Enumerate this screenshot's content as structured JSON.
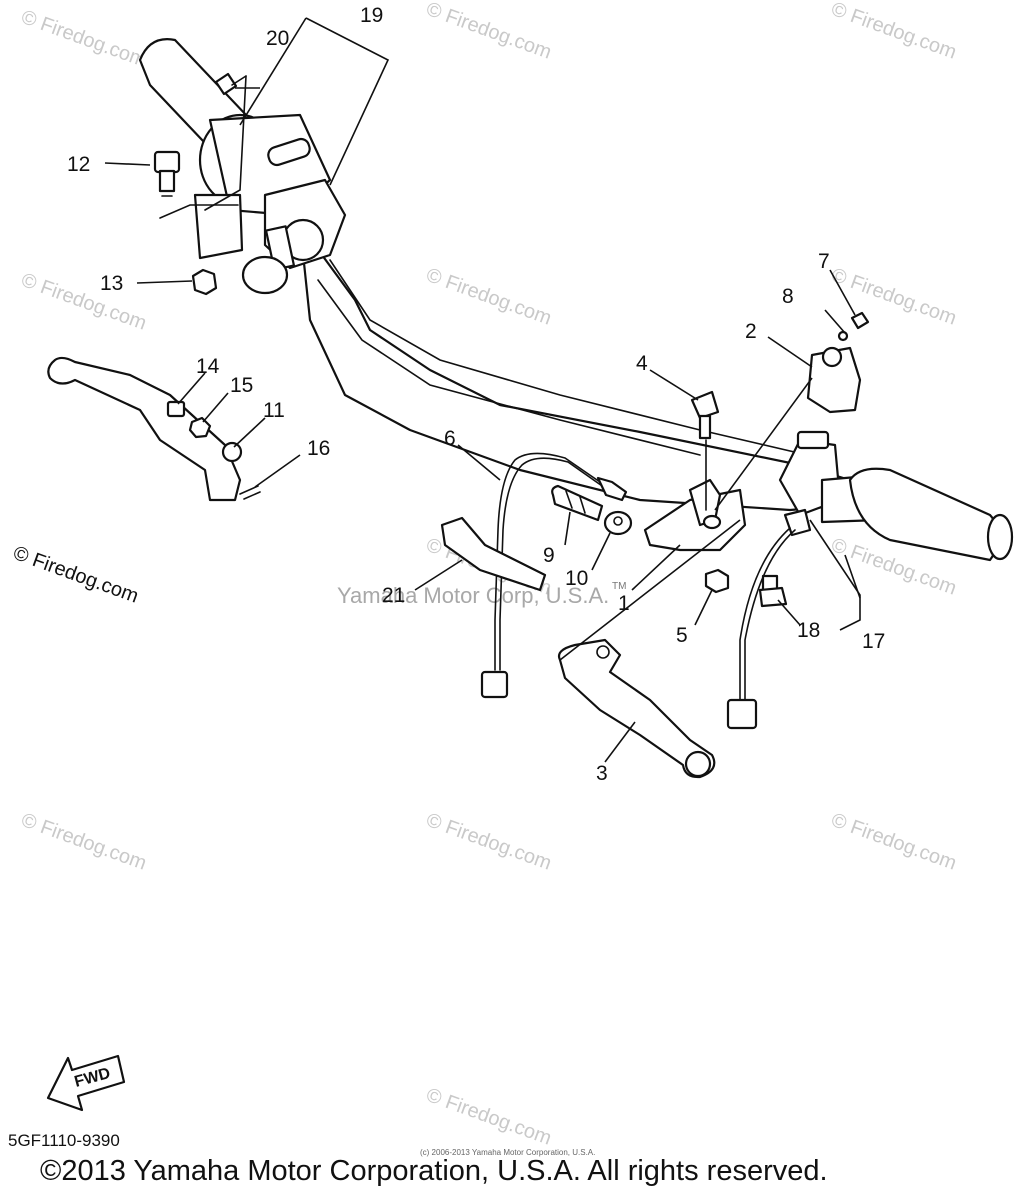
{
  "watermarks": [
    "© Firedog.com",
    "© Firedog.com",
    "© Firedog.com",
    "© Firedog.com",
    "© Firedog.com",
    "© Firedog.com",
    "© Firedog.com",
    "© Firedog.com",
    "© Firedog.com",
    "© Firedog.com",
    "© Firedog.com",
    "© Firedog.com"
  ],
  "side_watermark": "© Firedog.com",
  "center_watermark": "Yamaha Motor Corp, U.S.A.",
  "tm_mark": "TM",
  "fwd_label": "FWD",
  "callouts": {
    "c1": "1",
    "c2": "2",
    "c3": "3",
    "c4": "4",
    "c5": "5",
    "c6": "6",
    "c7": "7",
    "c8": "8",
    "c9": "9",
    "c10": "10",
    "c11": "11",
    "c12": "12",
    "c13": "13",
    "c14": "14",
    "c15": "15",
    "c16": "16",
    "c17": "17",
    "c18": "18",
    "c19": "19",
    "c20": "20",
    "c21": "21"
  },
  "diagram_code": "5GF1110-9390",
  "tiny_notice": "(c) 2006-2013 Yamaha Motor Corporation, U.S.A.",
  "copyright": "©2013 Yamaha Motor Corporation, U.S.A. All rights reserved."
}
